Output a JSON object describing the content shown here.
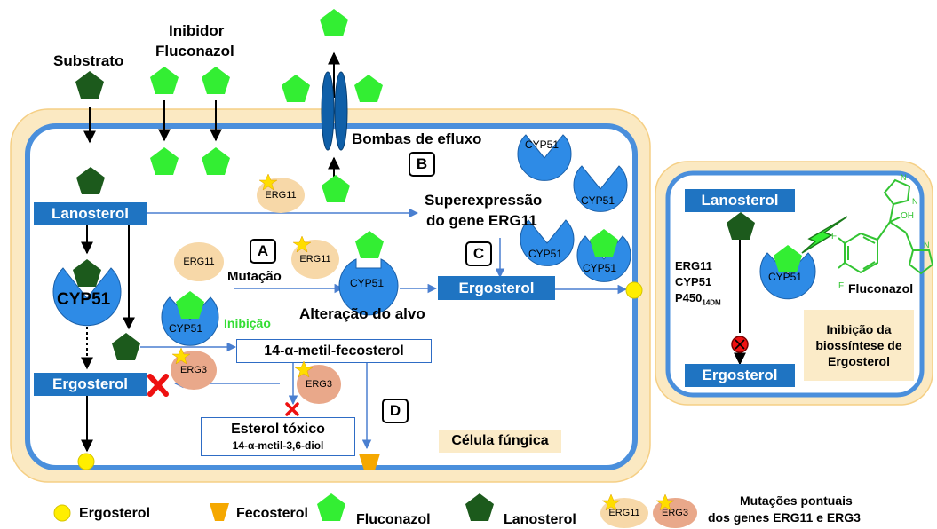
{
  "top": {
    "substrate_label": "Substrato",
    "inhibitor_line1": "Inibidor",
    "inhibitor_line2": "Fluconazol"
  },
  "cell": {
    "pump_label": "Bombas de efluxo",
    "letters": {
      "A": "A",
      "B": "B",
      "C": "C",
      "D": "D"
    },
    "lanosterol_box": "Lanosterol",
    "ergosterol_box_left": "Ergosterol",
    "ergosterol_box_mid": "Ergosterol",
    "cyp51_big": "CYP51",
    "cyp51_small": "CYP51",
    "erg11": "ERG11",
    "erg3": "ERG3",
    "overexpression_line1": "Superexpressão",
    "overexpression_line2": "do gene ERG11",
    "mutation": "Mutação",
    "target_alteration": "Alteração do alvo",
    "inhibition": "Inibição",
    "methyl_fecosterol": "14-α-metil-fecosterol",
    "toxic_sterol_line1": "Esterol tóxico",
    "toxic_sterol_line2": "14-α-metil-3,6-diol",
    "fungal_cell": "Célula fúngica"
  },
  "panel": {
    "lanosterol_box": "Lanosterol",
    "ergosterol_box": "Ergosterol",
    "enzyme_line1": "ERG11",
    "enzyme_line2": "CYP51",
    "enzyme_line3_main": "P450",
    "enzyme_line3_sub": "14DM",
    "cyp51": "CYP51",
    "fluconazol": "Fluconazol",
    "f_atom": "F",
    "oh_group": "OH",
    "n_atom": "N",
    "inhibition_line1": "Inibição da",
    "inhibition_line2": "biossíntese de",
    "inhibition_line3": "Ergosterol"
  },
  "legend": {
    "ergosterol": "Ergosterol",
    "fecosterol": "Fecosterol",
    "fluconazol": "Fluconazol",
    "lanosterol": "Lanosterol",
    "erg11": "ERG11",
    "erg3": "ERG3",
    "mutations_line1": "Mutações pontuais",
    "mutations_line2": "dos genes ERG11 e ERG3"
  },
  "colors": {
    "blue_box": "#1f74c2",
    "fluconazol_green": "#33ee33",
    "lanosterol_green": "#1c5a1c",
    "ergosterol_yellow": "#ffee00",
    "fecosterol_orange": "#f5a800",
    "inhibition_green": "#33dd33",
    "block_red": "#ee1111",
    "cell_wall": "#fbe9c2",
    "membrane": "#4a8fdc",
    "erg11_fill": "#f7d8a8",
    "erg3_fill": "#e9a88a"
  }
}
